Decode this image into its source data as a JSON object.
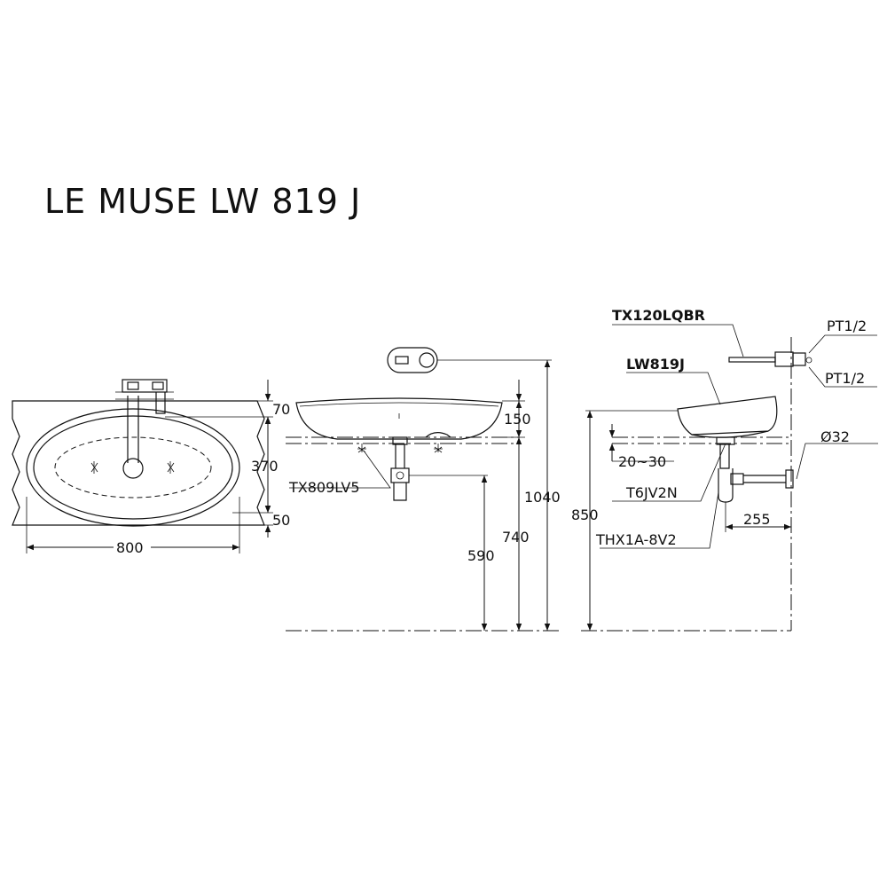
{
  "title": "LE MUSE LW 819 J",
  "labels": {
    "dim_70": "70",
    "dim_370": "370",
    "dim_50": "50",
    "dim_800": "800",
    "dim_150": "150",
    "dim_1040": "1040",
    "dim_740": "740",
    "dim_590": "590",
    "part_tx809lv5": "TX809LV5",
    "part_tx120lqbr": "TX120LQBR",
    "pt_top": "PT1/2",
    "pt_bottom": "PT1/2",
    "part_lw819j": "LW819J",
    "dim_phi32": "Ø32",
    "dim_20_30": "20~30",
    "part_t6jv2n": "T6JV2N",
    "dim_255": "255",
    "part_thx1a": "THX1A-8V2",
    "dim_850": "850"
  }
}
